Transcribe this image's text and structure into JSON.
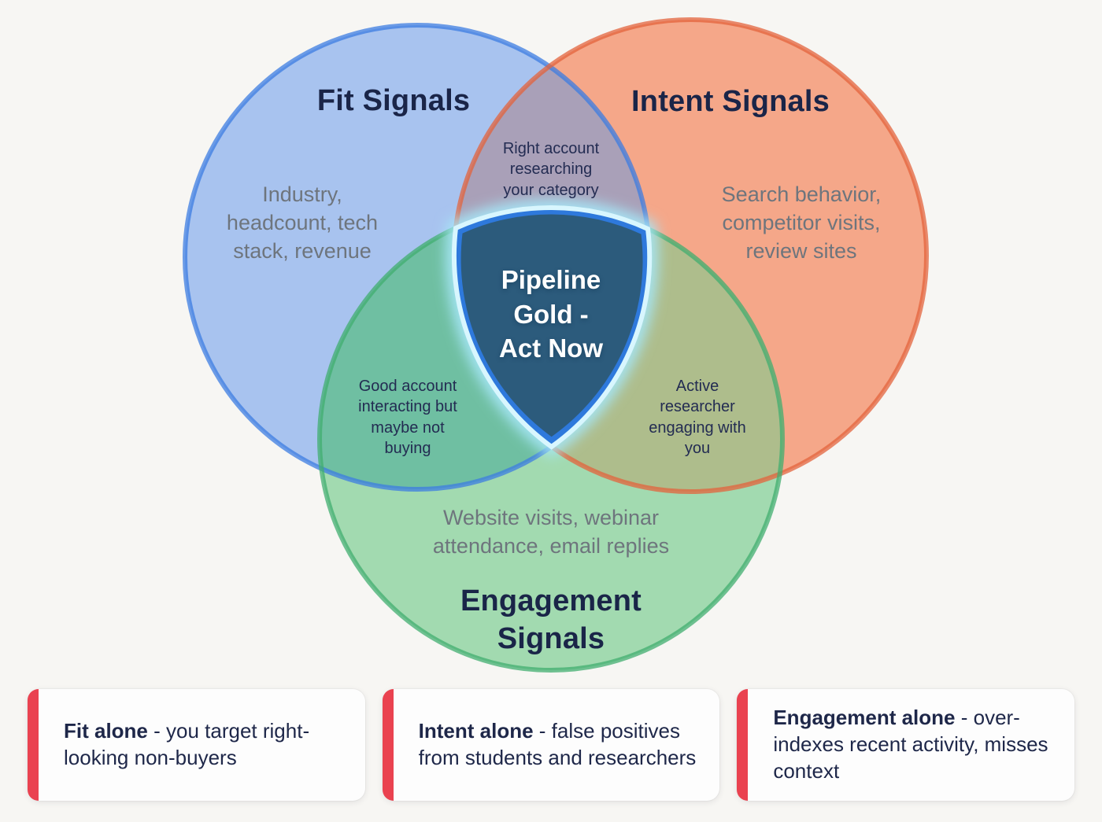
{
  "background": "#f7f6f3",
  "accent_red": "#ea4250",
  "venn": {
    "circles": [
      {
        "id": "fit",
        "label": "Fit Signals",
        "description": "Industry,\nheadcount, tech\nstack, revenue",
        "fill": "#a8c3ef",
        "stroke": "#3c7ce1"
      },
      {
        "id": "intent",
        "label": "Intent Signals",
        "description": "Search behavior,\ncompetitor visits,\nreview sites",
        "fill": "#f5a789",
        "stroke": "#e3633c"
      },
      {
        "id": "engagement",
        "label": "Engagement\nSignals",
        "description": "Website visits, webinar\nattendance, email replies",
        "fill": "#a2dab0",
        "stroke": "#40ae6f"
      }
    ],
    "overlaps": {
      "fit_intent": {
        "text": "Right account\nresearching\nyour category",
        "fill": "#a9a0b8"
      },
      "fit_engagement": {
        "text": "Good account\ninteracting but\nmaybe not\nbuying",
        "fill": "#6fbfa2"
      },
      "intent_engagement": {
        "text": "Active\nresearcher\nengaging with\nyou",
        "fill": "#aebd8c"
      },
      "center": {
        "text": "Pipeline\nGold -\nAct Now",
        "fill": "#2c5b7c",
        "ring": "#2e79dc",
        "glow": "#a5e6f7",
        "edge": "#d8f6fe"
      }
    }
  },
  "cards": [
    {
      "bold": "Fit alone",
      "rest": " - you target right-looking non-buyers"
    },
    {
      "bold": "Intent alone",
      "rest": " - false positives from students and researchers"
    },
    {
      "bold": "Engagement alone",
      "rest": " - over-indexes recent activity, misses context"
    }
  ]
}
